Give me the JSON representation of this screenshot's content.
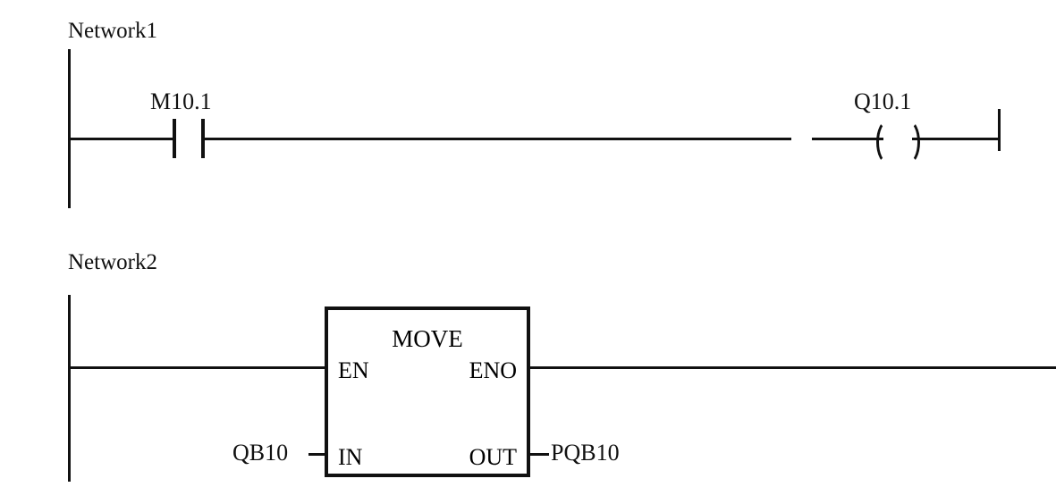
{
  "diagram": {
    "type": "ladder-logic",
    "language": "LAD",
    "colors": {
      "line": "#111111",
      "background": "#ffffff"
    }
  },
  "networks": [
    {
      "title": "Network1",
      "elements": {
        "contact": {
          "operand": "M10.1",
          "kind": "normally-open-contact"
        },
        "coil": {
          "operand": "Q10.1",
          "kind": "output-coil"
        }
      }
    },
    {
      "title": "Network2",
      "elements": {
        "block": {
          "name": "MOVE",
          "pins": {
            "en": "EN",
            "eno": "ENO",
            "in": "IN",
            "out": "OUT"
          },
          "operands": {
            "in": "QB10",
            "out": "PQB10"
          }
        }
      }
    }
  ]
}
